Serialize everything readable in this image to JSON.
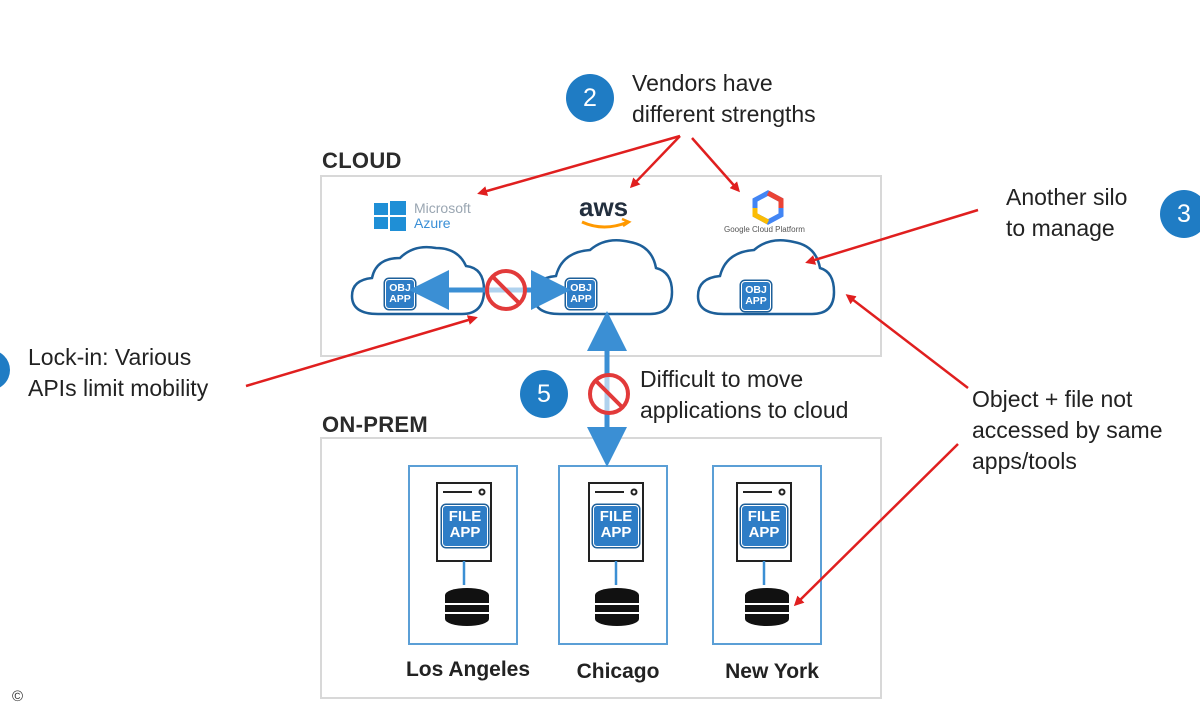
{
  "sections": {
    "cloud": "CLOUD",
    "onprem": "ON-PREM"
  },
  "vendors": {
    "azure": {
      "line1": "Microsoft",
      "line2": "Azure"
    },
    "aws": {
      "label": "aws"
    },
    "gcp": {
      "label": "Google Cloud Platform"
    }
  },
  "cloud_app": {
    "line1": "OBJ",
    "line2": "APP"
  },
  "server_app": {
    "line1": "FILE",
    "line2": "APP"
  },
  "sites": [
    "Los Angeles",
    "Chicago",
    "New York"
  ],
  "callouts": {
    "c2": {
      "number": "2",
      "line1": "Vendors have",
      "line2": "different strengths"
    },
    "c3": {
      "number": "3",
      "line1": "Another silo",
      "line2": "to manage"
    },
    "c1": {
      "line1": "Lock-in: Various",
      "line2": "APIs limit mobility"
    },
    "c5": {
      "number": "5",
      "line1": "Difficult to move",
      "line2": "applications to cloud"
    },
    "c4": {
      "line1": "Object + file not",
      "line2": "accessed by same",
      "line3": "apps/tools"
    }
  },
  "copyright": "©",
  "colors": {
    "arrow_red": "#e01f1f",
    "accent_blue": "#1f7cc4",
    "link_blue": "#3b8fd4",
    "prohibit_red": "#e23a3a"
  }
}
